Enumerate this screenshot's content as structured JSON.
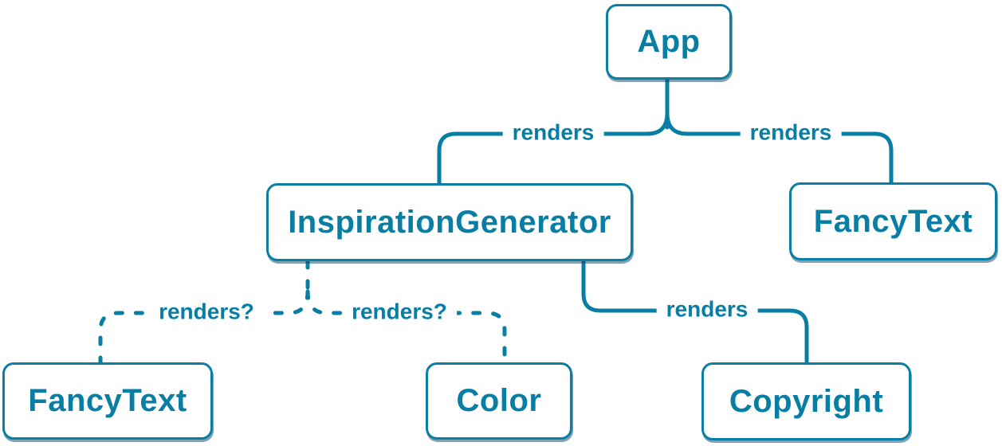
{
  "colors": {
    "accent": "#087ea4",
    "node_border": "#0a7ea4",
    "node_background": "#ffffff",
    "node_shadow": "rgba(8,68,97,0.5)",
    "page_background": "#ffffff"
  },
  "nodes": [
    {
      "id": "app",
      "label": "App"
    },
    {
      "id": "inspiration-generator",
      "label": "InspirationGenerator"
    },
    {
      "id": "fancy-text-top",
      "label": "FancyText"
    },
    {
      "id": "fancy-text-bottom",
      "label": "FancyText"
    },
    {
      "id": "color",
      "label": "Color"
    },
    {
      "id": "copyright",
      "label": "Copyright"
    }
  ],
  "edges": [
    {
      "from": "App",
      "to": "InspirationGenerator",
      "label": "renders",
      "style": "solid"
    },
    {
      "from": "App",
      "to": "FancyText",
      "label": "renders",
      "style": "solid"
    },
    {
      "from": "InspirationGenerator",
      "to": "Copyright",
      "label": "renders",
      "style": "solid"
    },
    {
      "from": "InspirationGenerator",
      "to": "FancyText",
      "label": "renders?",
      "style": "dashed"
    },
    {
      "from": "InspirationGenerator",
      "to": "Color",
      "label": "renders?",
      "style": "dashed"
    }
  ]
}
